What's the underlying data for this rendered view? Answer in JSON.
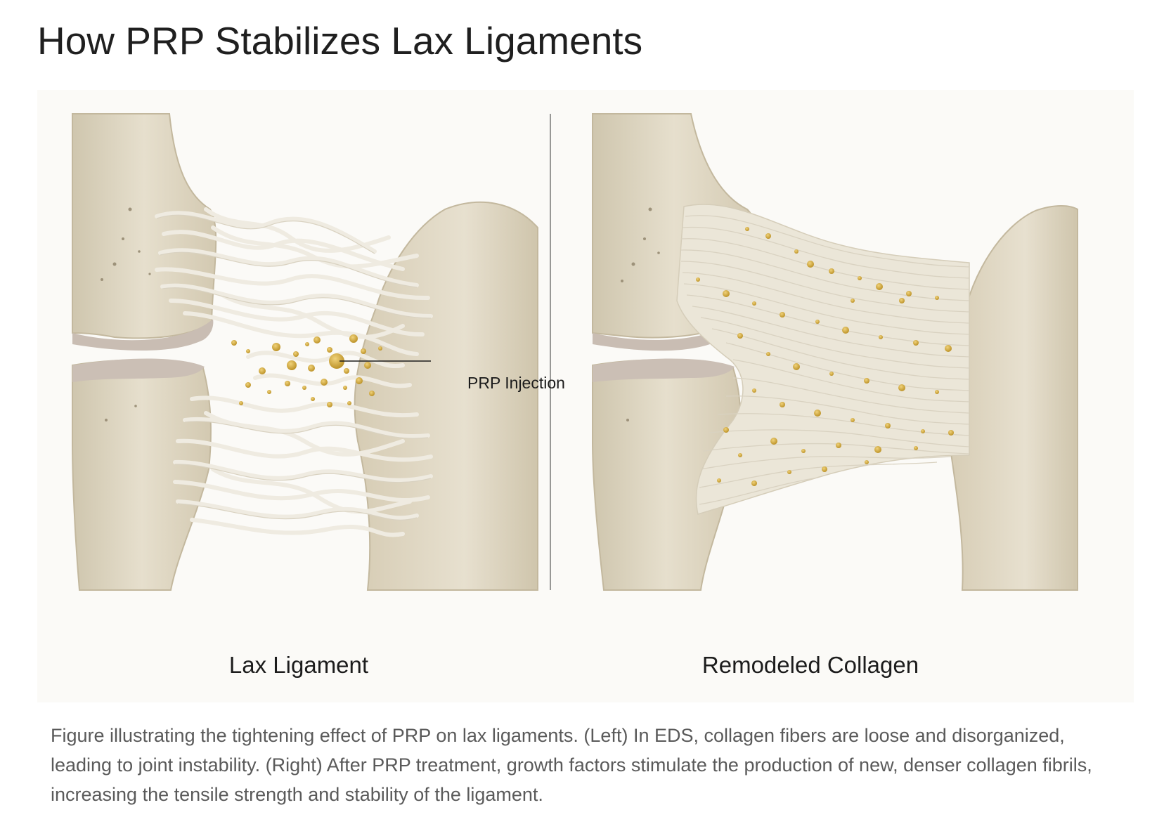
{
  "title": "How PRP Stabilizes Lax Ligaments",
  "figure": {
    "left_panel_label": "Lax Ligament",
    "right_panel_label": "Remodeled Collagen",
    "callout_label": "PRP Injection"
  },
  "caption": "Figure illustrating the tightening effect of PRP on lax ligaments. (Left) In EDS, collagen fibers are loose and disorganized, leading to joint instability. (Right) After PRP treatment, growth factors stimulate the production of new, denser collagen fibrils, increasing the tensile strength and stability of the ligament.",
  "colors": {
    "bone": "#ded6c2",
    "bone_shade": "#c9bea5",
    "fiber": "#eeeadf",
    "platelet": "#c9a233",
    "text": "#1f1f1f",
    "caption_text": "#5a5a5a"
  }
}
